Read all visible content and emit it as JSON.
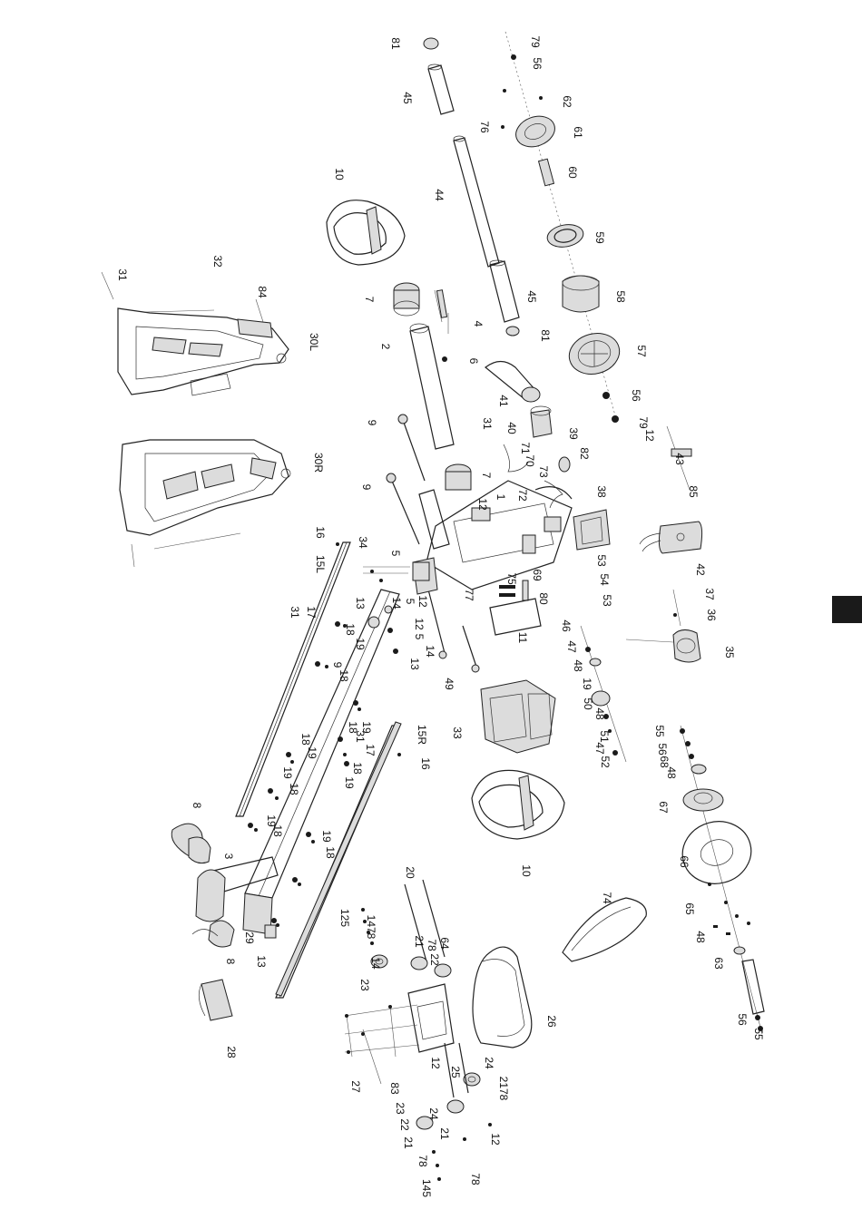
{
  "diagram": {
    "kind": "exploded parts view",
    "orientation": "rotated 90 degrees clockwise",
    "part_numbers": [
      "81",
      "45",
      "79",
      "56",
      "62",
      "76",
      "61",
      "60",
      "44",
      "10",
      "59",
      "31",
      "32",
      "84",
      "30L",
      "7",
      "2",
      "45",
      "4",
      "81",
      "58",
      "57",
      "6",
      "41",
      "56",
      "79",
      "12",
      "9",
      "40",
      "31",
      "39",
      "82",
      "43",
      "85",
      "71",
      "70",
      "73",
      "30R",
      "7",
      "72",
      "1",
      "12",
      "38",
      "9",
      "42",
      "16",
      "34",
      "5",
      "15L",
      "53",
      "54",
      "53",
      "37",
      "36",
      "31",
      "17",
      "13",
      "14",
      "5",
      "12",
      "69",
      "75",
      "77",
      "80",
      "11",
      "46",
      "35",
      "18",
      "19",
      "12",
      "5",
      "14",
      "13",
      "47",
      "48",
      "49",
      "9",
      "18",
      "19",
      "50",
      "48",
      "51",
      "47",
      "52",
      "55",
      "56",
      "68",
      "48",
      "33",
      "19",
      "18",
      "31",
      "17",
      "18",
      "19",
      "15R",
      "16",
      "18",
      "19",
      "67",
      "8",
      "19",
      "18",
      "3",
      "19",
      "18",
      "10",
      "66",
      "65",
      "20",
      "74",
      "19",
      "18",
      "29",
      "13",
      "125",
      "1478",
      "21",
      "22",
      "14",
      "78",
      "64",
      "48",
      "63",
      "8",
      "23",
      "26",
      "56",
      "55",
      "24",
      "2178",
      "25",
      "28",
      "27",
      "83",
      "23",
      "22",
      "21",
      "78",
      "145",
      "12",
      "12",
      "24",
      "21",
      "78",
      "12"
    ],
    "section_tab_color": "#1a1a1a"
  }
}
